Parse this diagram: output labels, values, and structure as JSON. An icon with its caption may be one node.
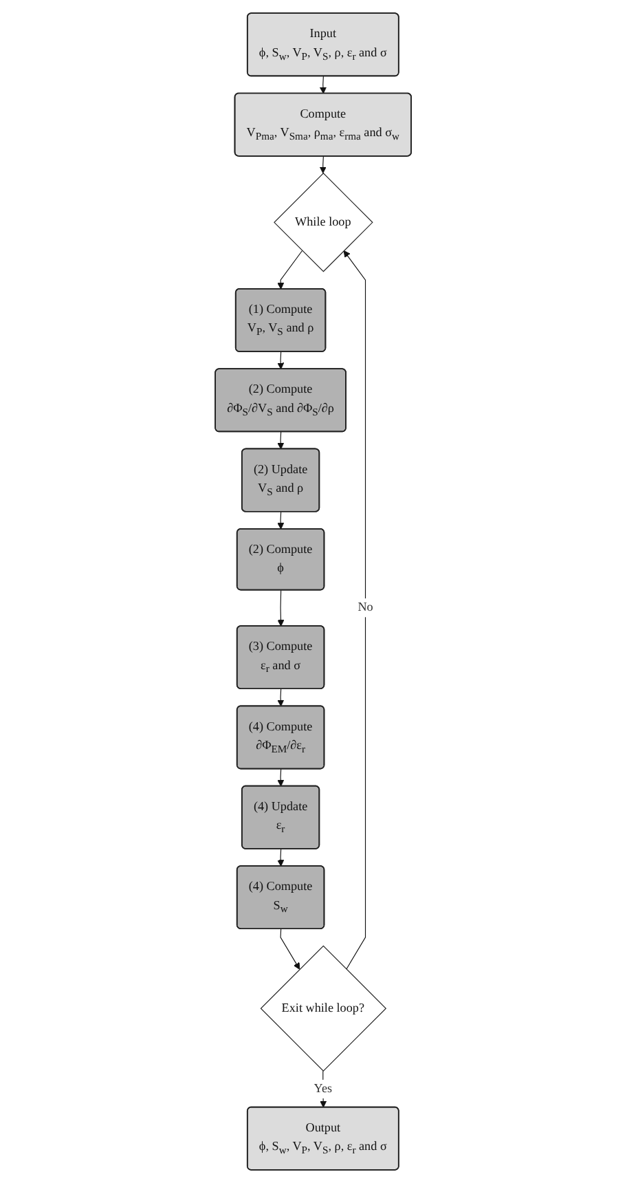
{
  "diagram": {
    "nodes": [
      {
        "text": [
          "Input",
          "ϕ, S$_{w}$, V$_{P}$, V$_{S}$, ρ, ε$_{r}$ and σ"
        ]
      },
      {
        "text": [
          "Compute",
          "V$_{Pma}$, V$_{Sma}$, ρ$_{ma}$, ε$_{rma}$ and σ$_{w}$"
        ]
      },
      {
        "text": [
          "While loop"
        ]
      },
      {
        "text": [
          "(1) Compute",
          "V$_{P}$, V$_{S}$ and ρ"
        ]
      },
      {
        "text": [
          "(2) Compute",
          "∂Φ$_{S}$/∂V$_{S}$ and ∂Φ$_{S}$/∂ρ"
        ]
      },
      {
        "text": [
          "(2) Update",
          "V$_{S}$ and ρ"
        ]
      },
      {
        "text": [
          "(2) Compute",
          "ϕ"
        ]
      },
      {
        "text": [
          "(3) Compute",
          "ε$_{r}$ and σ"
        ]
      },
      {
        "text": [
          "(4) Compute",
          "∂Φ$_{EM}$/∂ε$_{r}$"
        ]
      },
      {
        "text": [
          "(4) Update",
          "ε$_{r}$"
        ]
      },
      {
        "text": [
          "(4) Compute",
          "S$_{w}$"
        ]
      },
      {
        "text": [
          "Exit while loop?"
        ]
      },
      {
        "text": [
          "Output",
          "ϕ, S$_{w}$, V$_{P}$, V$_{S}$, ρ, ε$_{r}$ and σ"
        ]
      }
    ],
    "edges": [
      {
        "from": 0,
        "to": 1,
        "arrow": "to"
      },
      {
        "from": 1,
        "to": 2,
        "arrow": "to"
      },
      {
        "from": 2,
        "to": 3,
        "arrow": "to"
      },
      {
        "from": 3,
        "to": 4,
        "arrow": "to"
      },
      {
        "from": 4,
        "to": 5,
        "arrow": "to"
      },
      {
        "from": 5,
        "to": 6,
        "arrow": "to"
      },
      {
        "from": 6,
        "to": 7,
        "arrow": "to"
      },
      {
        "from": 7,
        "to": 8,
        "arrow": "to"
      },
      {
        "from": 8,
        "to": 9,
        "arrow": "to"
      },
      {
        "from": 9,
        "to": 10,
        "arrow": "to"
      },
      {
        "from": 10,
        "to": 11,
        "arrow": "to"
      },
      {
        "from": 11,
        "to": 2,
        "arrow": "to",
        "label": "No"
      },
      {
        "from": 11,
        "to": 12,
        "arrow": "to",
        "label": "Yes"
      }
    ]
  }
}
